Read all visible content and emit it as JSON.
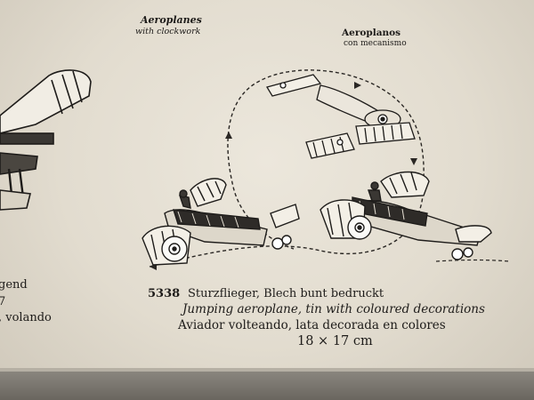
{
  "photo": {
    "description_label": "catalog-page"
  },
  "catalog": {
    "heading_english": "Aeroplanes",
    "subheading_english": "with clockwork",
    "heading_spanish": "Aeroplanos",
    "subheading_spanish": "con mecanismo",
    "item": {
      "number": "5338",
      "name_german": "Sturzflieger, Blech bunt bedruckt",
      "name_english": "Jumping aeroplane, tin with coloured decorations",
      "name_spanish": "Aviador volteando, lata decorada en colores",
      "size": "18 × 17 cm"
    },
    "left_fragments": [
      "gend",
      "7",
      ", volando"
    ]
  },
  "colors": {
    "paper": "#e6e0d4",
    "ink": "#1e1c1a"
  }
}
